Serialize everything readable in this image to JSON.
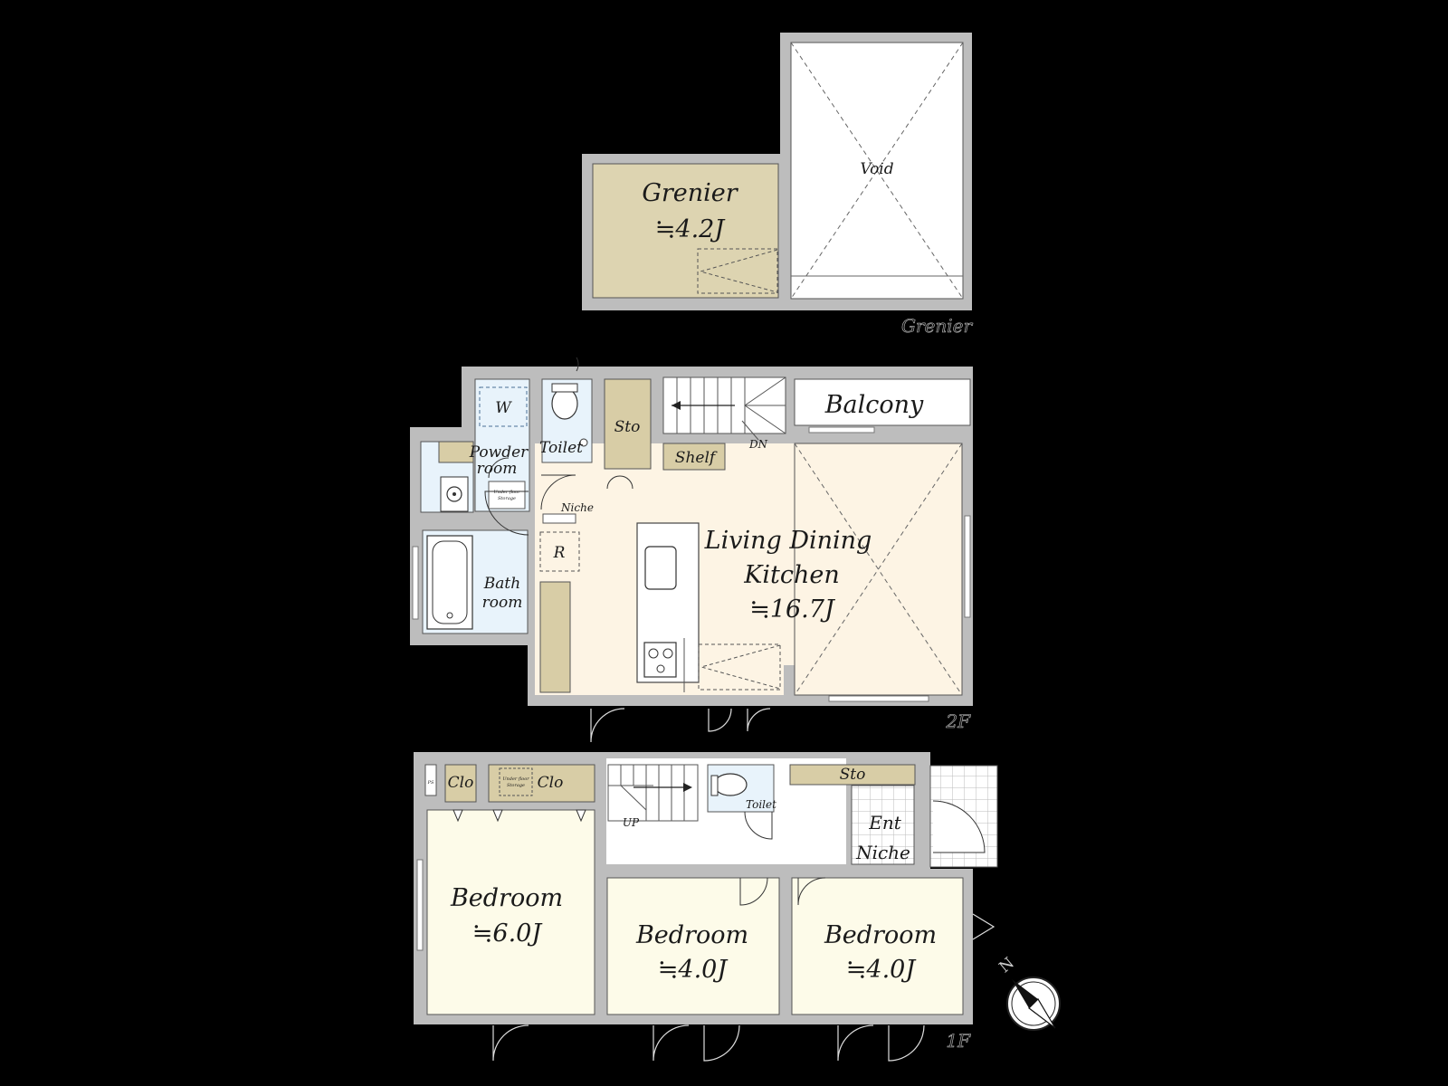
{
  "colors": {
    "background": "#000000",
    "wall": "#bdbdbd",
    "grenier_fill": "#ddd4b1",
    "storage_fill": "#d8cda6",
    "ldk_fill": "#fdf4e4",
    "wet_area_fill": "#e8f3fb",
    "bedroom_fill": "#fdfbe9",
    "hall_fill": "#ffffff",
    "stroke": "#333333"
  },
  "floor_labels": {
    "grenier": "Grenier",
    "second": "2F",
    "first": "1F"
  },
  "grenier_floor": {
    "grenier": {
      "name": "Grenier",
      "area": "≒4.2J"
    },
    "void": {
      "name": "Void"
    }
  },
  "second_floor": {
    "balcony": "Balcony",
    "toilet": "Toilet",
    "storage": "Sto",
    "shelf": "Shelf",
    "stair_label": "DN",
    "washer": "W",
    "powder_room": {
      "line1": "Powder",
      "line2": "room"
    },
    "underfloor_storage": {
      "line1": "Under floor",
      "line2": "Storage"
    },
    "niche": "Niche",
    "fridge": "R",
    "bath_room": {
      "line1": "Bath",
      "line2": "room"
    },
    "ldk": {
      "line1": "Living Dining",
      "line2": "Kitchen",
      "area": "≒16.7J"
    }
  },
  "first_floor": {
    "closet_1": "Clo",
    "closet_2": "Clo",
    "underfloor_storage": {
      "line1": "Under floor",
      "line2": "Storage"
    },
    "stair_label": "UP",
    "toilet": "Toilet",
    "storage": "Sto",
    "entrance": {
      "line1": "Ent",
      "line2": "Niche"
    },
    "bedroom_main": {
      "name": "Bedroom",
      "area": "≒6.0J"
    },
    "bedroom_middle": {
      "name": "Bedroom",
      "area": "≒4.0J"
    },
    "bedroom_right": {
      "name": "Bedroom",
      "area": "≒4.0J"
    },
    "shaft_label": "PS"
  },
  "compass": {
    "label": "N"
  }
}
